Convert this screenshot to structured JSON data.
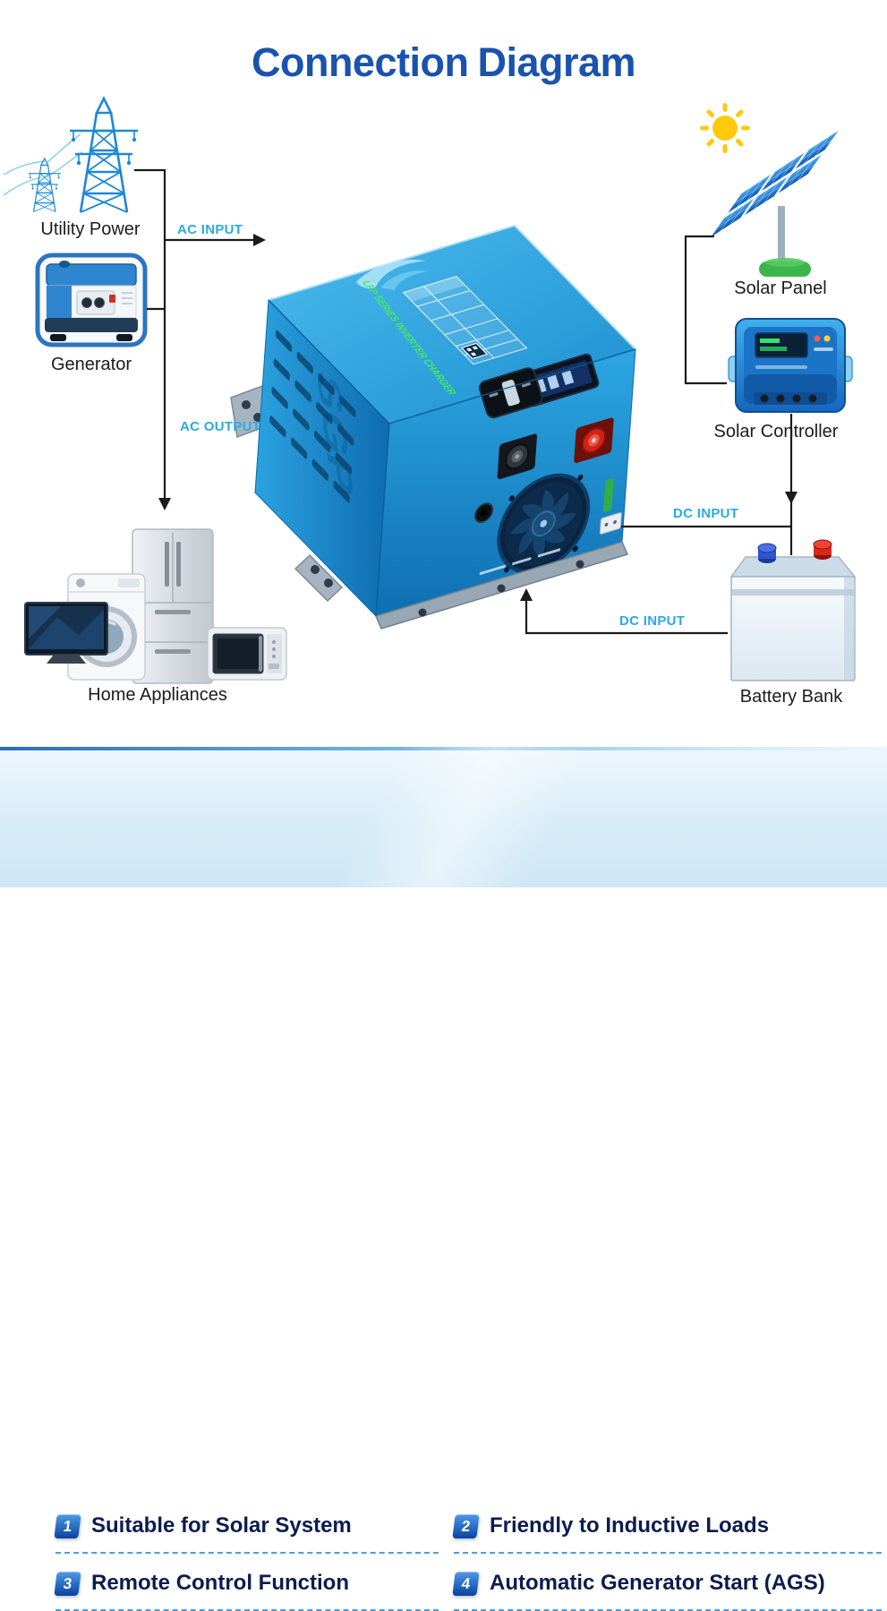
{
  "title": {
    "connection": "Connection",
    "diagram": "Diagram"
  },
  "nodes": {
    "utility_power": "Utility Power",
    "generator": "Generator",
    "home_appliances": "Home Appliances",
    "solar_panel": "Solar Panel",
    "solar_controller": "Solar Controller",
    "battery_bank": "Battery Bank"
  },
  "wires": {
    "ac_input": "AC INPUT",
    "ac_output": "AC OUTPUT",
    "dc_input_battery": "DC INPUT",
    "dc_input_inverter": "DC INPUT"
  },
  "inverter": {
    "label": "LFP SERIES INVERTER CHARGER",
    "watermark": "SGP"
  },
  "features": [
    {
      "number": "1",
      "text": "Suitable for Solar System"
    },
    {
      "number": "2",
      "text": "Friendly to Inductive Loads"
    },
    {
      "number": "3",
      "text": "Remote Control Function"
    },
    {
      "number": "4",
      "text": "Automatic Generator Start (AGS)"
    }
  ],
  "icons": {
    "utility_power": "transmission-towers-icon",
    "generator": "portable-generator-icon",
    "home_appliances": "appliances-cluster-icon",
    "sun": "sun-icon",
    "solar_panel": "solar-panel-array-icon",
    "solar_controller": "charge-controller-icon",
    "battery_bank": "battery-icon",
    "inverter": "inverter-charger-unit-icon",
    "fan": "cooling-fan-icon"
  },
  "colors": {
    "title_blue": "#1a53ae",
    "wire_label_cyan": "#29abe2",
    "line_black": "#1b1b1b",
    "inverter_blue": "#2fa9e2",
    "inverter_label_green": "#46e95e",
    "solar_base_green": "#3cb64b",
    "sun_yellow": "#ffc90e",
    "battery_terminal_blue": "#2f55cc",
    "battery_terminal_red": "#d8281a",
    "feature_text_navy": "#0c1c50",
    "badge_blue": "#0a43a0",
    "features_background": "#d7ecf8"
  }
}
